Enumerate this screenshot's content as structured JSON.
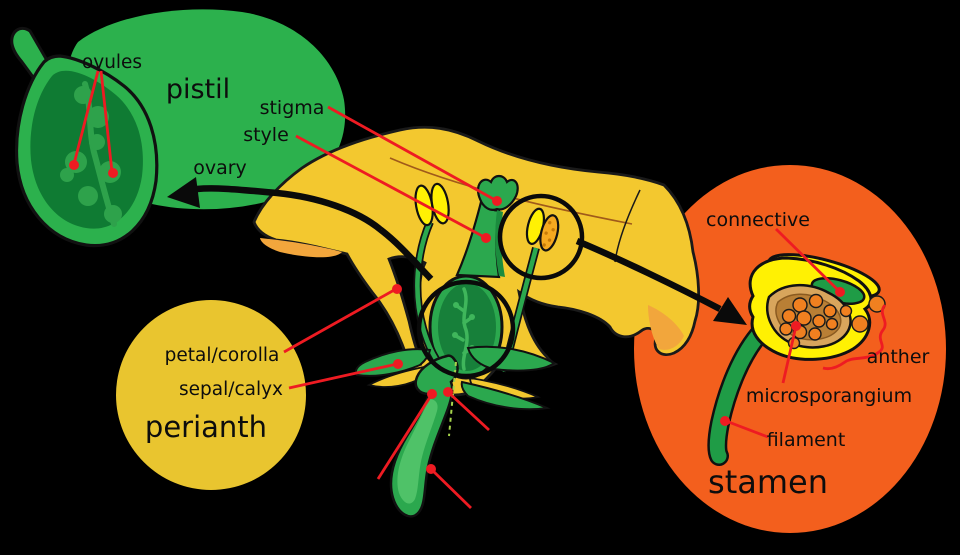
{
  "canvas": {
    "background": "#000000"
  },
  "palette": {
    "bubble_green": "#2CB14D",
    "bubble_yellow": "#E9C52F",
    "bubble_orange": "#F35F1D",
    "petal_yellow": "#F3C82F",
    "petal_shade_orange": "#F2A63C",
    "leaf_green": "#2BA84E",
    "dark_green": "#17803A",
    "anther_yellow": "#FFF103",
    "anther_orange": "#F5A81F",
    "pollen_orange": "#F08020",
    "pouch_tan": "#D8A55C",
    "pouch_brown": "#B97F35",
    "leader_red": "#EE1B22",
    "outline_black": "#111111"
  },
  "pistil_inset": {
    "title": "pistil",
    "ovules_label": "ovules"
  },
  "flower": {
    "stigma_label": "stigma",
    "style_label": "style",
    "ovary_label": "ovary"
  },
  "perianth_inset": {
    "title": "perianth",
    "petal_label": "petal/corolla",
    "sepal_label": "sepal/calyx"
  },
  "stamen_inset": {
    "title": "stamen",
    "connective_label": "connective",
    "anther_label": "anther",
    "microsporangium_label": "microsporangium",
    "filament_label": "filament"
  }
}
